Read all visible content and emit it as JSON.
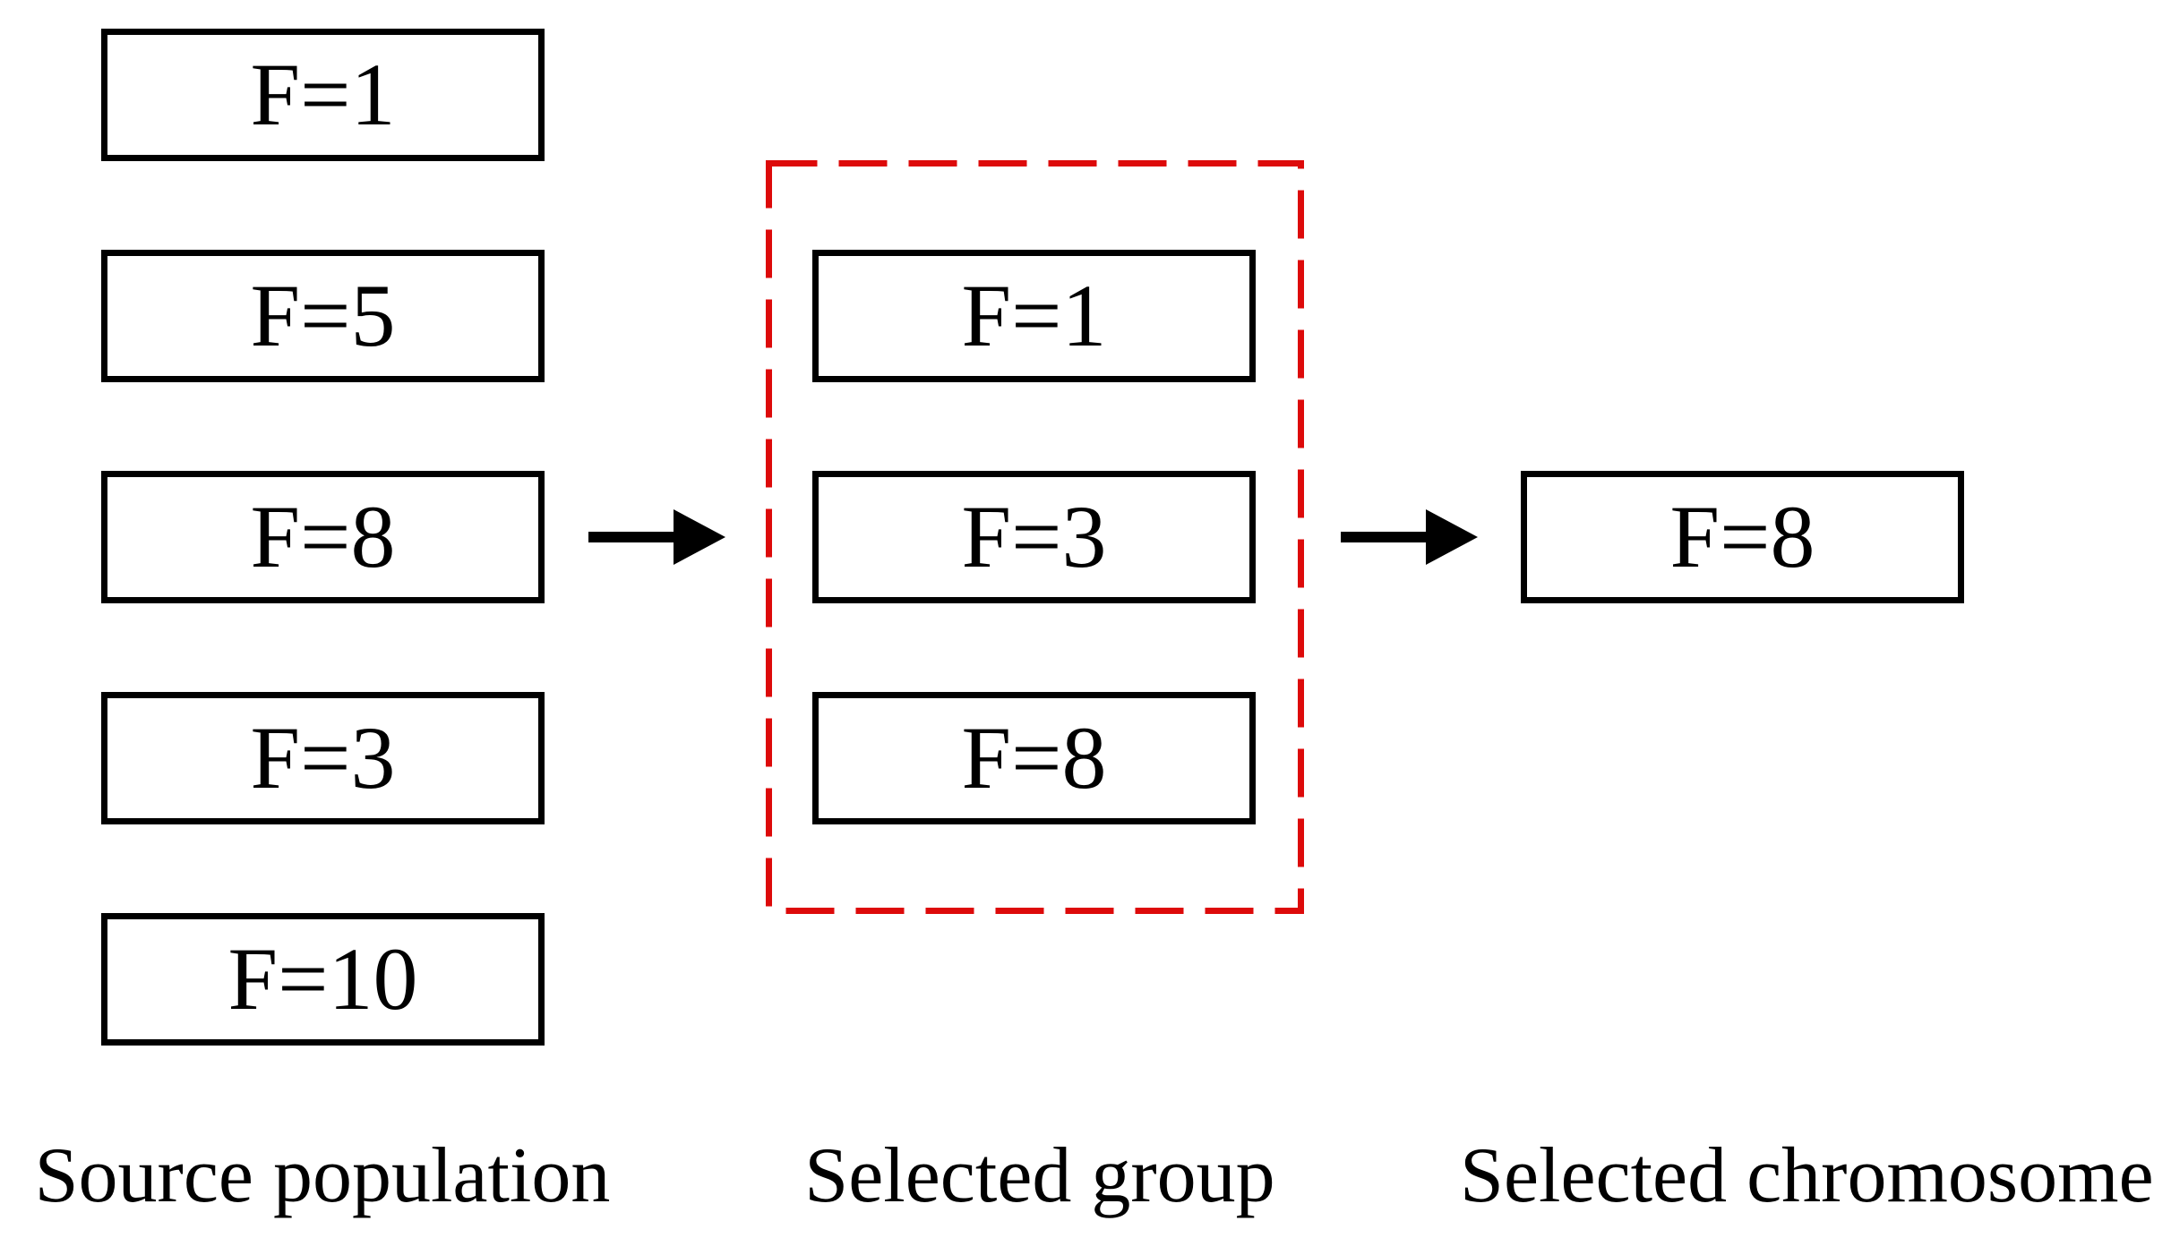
{
  "figure": {
    "title_hint": "Tournament selection diagram",
    "columns": [
      {
        "id": "source-population",
        "caption": "Source population",
        "boxes": [
          {
            "label": "F=1"
          },
          {
            "label": "F=5"
          },
          {
            "label": "F=8"
          },
          {
            "label": "F=3"
          },
          {
            "label": "F=10"
          }
        ]
      },
      {
        "id": "selected-group",
        "caption": "Selected group",
        "highlighted": true,
        "boxes": [
          {
            "label": "F=1"
          },
          {
            "label": "F=3"
          },
          {
            "label": "F=8"
          }
        ]
      },
      {
        "id": "selected-chromosome",
        "caption": "Selected chromosome",
        "boxes": [
          {
            "label": "F=8"
          }
        ]
      }
    ],
    "arrows": [
      {
        "from": "source-population",
        "to": "selected-group"
      },
      {
        "from": "selected-group",
        "to": "selected-chromosome"
      }
    ],
    "colors": {
      "background": "#ffffff",
      "box_border": "#000000",
      "text": "#000000",
      "selection_dashed_border": "#dd0a0a",
      "arrow": "#000000"
    }
  }
}
